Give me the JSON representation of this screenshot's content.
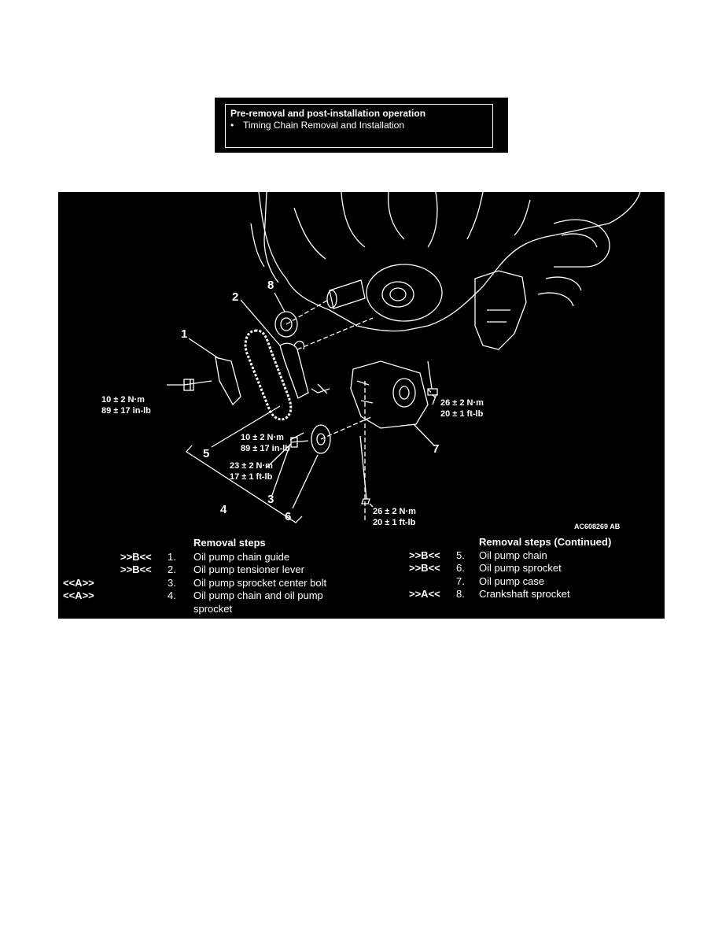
{
  "prebox": {
    "title": "Pre-removal and post-installation operation",
    "bullet": "•",
    "item": "Timing Chain Removal and Installation"
  },
  "figure": {
    "callouts": [
      {
        "id": "1",
        "label": "1"
      },
      {
        "id": "2",
        "label": "2"
      },
      {
        "id": "3",
        "label": "3"
      },
      {
        "id": "4",
        "label": "4"
      },
      {
        "id": "5",
        "label": "5"
      },
      {
        "id": "6",
        "label": "6"
      },
      {
        "id": "7",
        "label": "7"
      },
      {
        "id": "8",
        "label": "8"
      }
    ],
    "torques": [
      {
        "line1": "10 ± 2 N·m",
        "line2": "89 ± 17 in-lb"
      },
      {
        "line1": "10 ± 2 N·m",
        "line2": "89 ± 17 in-lb"
      },
      {
        "line1": "23 ± 2 N·m",
        "line2": "17 ± 1 ft-lb"
      },
      {
        "line1": "26 ± 2 N·m",
        "line2": "20 ± 1 ft-lb"
      },
      {
        "line1": "26 ± 2 N·m",
        "line2": "20 ± 1 ft-lb"
      }
    ],
    "code": "AC608269 AB"
  },
  "steps": {
    "left_title": "Removal steps",
    "right_title": "Removal steps (Continued)",
    "left": [
      {
        "mark": ">>B<<",
        "num": "1.",
        "text": "Oil pump chain guide"
      },
      {
        "mark": ">>B<<",
        "num": "2.",
        "text": "Oil pump tensioner lever"
      },
      {
        "mark": "<<A>>",
        "num": "3.",
        "text": "Oil pump sprocket center bolt"
      },
      {
        "mark": "<<A>>",
        "num": "4.",
        "text": "Oil pump chain and oil pump",
        "text2": "sprocket"
      }
    ],
    "right": [
      {
        "mark": ">>B<<",
        "num": "5.",
        "text": "Oil pump chain"
      },
      {
        "mark": ">>B<<",
        "num": "6.",
        "text": "Oil pump sprocket"
      },
      {
        "mark": "",
        "num": "7.",
        "text": "Oil pump case"
      },
      {
        "mark": ">>A<<",
        "num": "8.",
        "text": "Crankshaft sprocket"
      }
    ]
  }
}
